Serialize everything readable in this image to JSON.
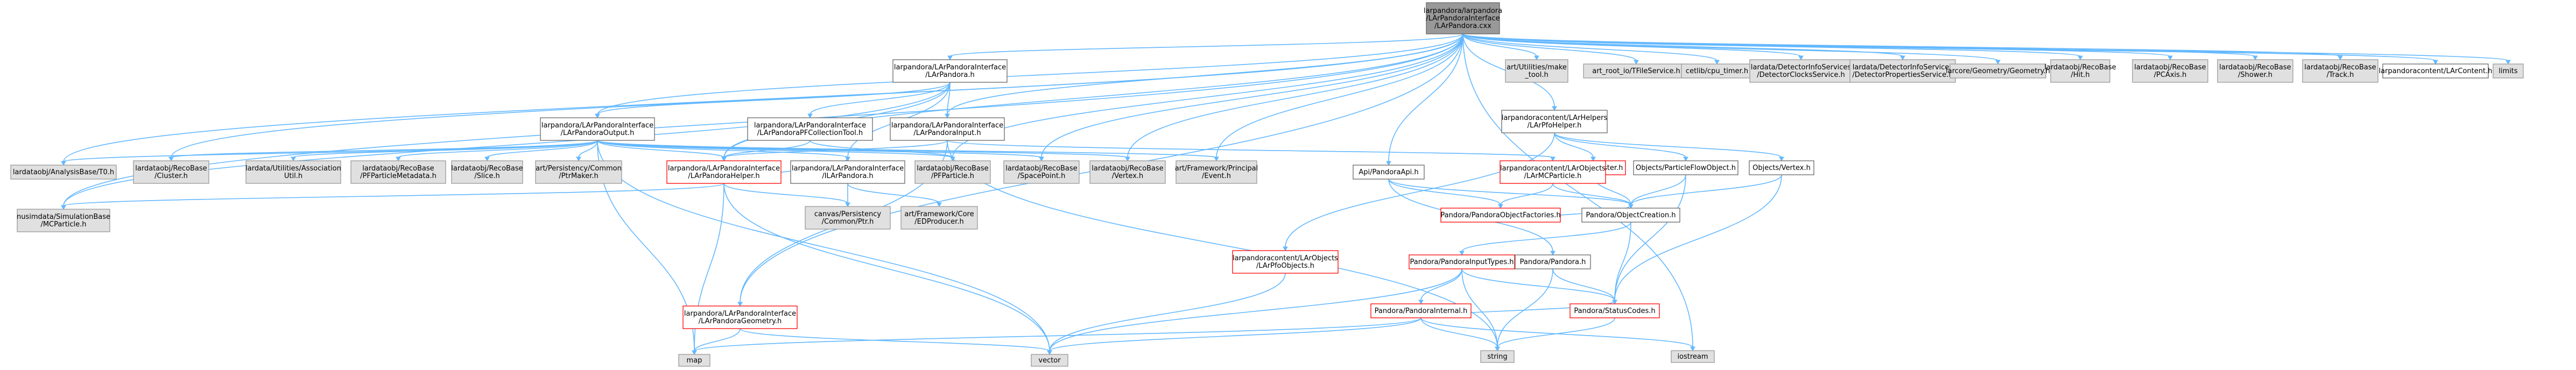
{
  "nodes": [
    {
      "id": "root",
      "style": "root",
      "lines": [
        "larpandora/larpandora",
        "/LArPandoraInterface",
        "/LArPandora.cxx"
      ]
    },
    {
      "id": "LArPandora_h",
      "style": "white",
      "lines": [
        "larpandora/LArPandoraInterface",
        "/LArPandora.h"
      ]
    },
    {
      "id": "LArPandoraOutput_h",
      "style": "white",
      "lines": [
        "larpandora/LArPandoraInterface",
        "/LArPandoraOutput.h"
      ]
    },
    {
      "id": "LArPandoraInput_h",
      "style": "white",
      "lines": [
        "larpandora/LArPandoraInterface",
        "/LArPandoraInput.h"
      ]
    },
    {
      "id": "LArPandoraPFCT_h",
      "style": "white",
      "lines": [
        "larpandora/LArPandoraInterface",
        "/LArPandoraPFCollectionTool.h"
      ]
    },
    {
      "id": "LArPandoraHelper_h",
      "style": "red",
      "lines": [
        "larpandora/LArPandoraInterface",
        "/LArPandoraHelper.h"
      ]
    },
    {
      "id": "ILArPandora_h",
      "style": "white",
      "lines": [
        "larpandora/LArPandoraInterface",
        "/ILArPandora.h"
      ]
    },
    {
      "id": "LArPandoraGeometry_h",
      "style": "red",
      "lines": [
        "larpandora/LArPandoraInterface",
        "/LArPandoraGeometry.h"
      ]
    },
    {
      "id": "MCParticle_h",
      "style": "grey",
      "lines": [
        "nusimdata/SimulationBase",
        "/MCParticle.h"
      ]
    },
    {
      "id": "AnalysisBase_T0",
      "style": "grey",
      "lines": [
        "lardataobj/AnalysisBase/T0.h"
      ]
    },
    {
      "id": "Cluster_h",
      "style": "grey",
      "lines": [
        "lardataobj/RecoBase",
        "/Cluster.h"
      ]
    },
    {
      "id": "Assoc_h",
      "style": "grey",
      "lines": [
        "lardata/Utilities/Association",
        "Util.h"
      ]
    },
    {
      "id": "PFPMeta_h",
      "style": "grey",
      "lines": [
        "lardataobj/RecoBase",
        "/PFParticleMetadata.h"
      ]
    },
    {
      "id": "Slice_h",
      "style": "grey",
      "lines": [
        "lardataobj/RecoBase",
        "/Slice.h"
      ]
    },
    {
      "id": "PtrMaker_h",
      "style": "grey",
      "lines": [
        "art/Persistency/Common",
        "/PtrMaker.h"
      ]
    },
    {
      "id": "PFParticle_h",
      "style": "grey",
      "lines": [
        "lardataobj/RecoBase",
        "/PFParticle.h"
      ]
    },
    {
      "id": "SpacePoint_h",
      "style": "grey",
      "lines": [
        "lardataobj/RecoBase",
        "/SpacePoint.h"
      ]
    },
    {
      "id": "Vertex_h",
      "style": "grey",
      "lines": [
        "lardataobj/RecoBase",
        "/Vertex.h"
      ]
    },
    {
      "id": "Event_h",
      "style": "grey",
      "lines": [
        "art/Framework/Principal",
        "/Event.h"
      ]
    },
    {
      "id": "CommonPtr_h",
      "style": "grey",
      "lines": [
        "canvas/Persistency",
        "/Common/Ptr.h"
      ]
    },
    {
      "id": "EDProducer_h",
      "style": "grey",
      "lines": [
        "art/Framework/Core",
        "/EDProducer.h"
      ]
    },
    {
      "id": "map",
      "style": "grey",
      "lines": [
        "map"
      ]
    },
    {
      "id": "vector",
      "style": "grey",
      "lines": [
        "vector"
      ]
    },
    {
      "id": "string",
      "style": "grey",
      "lines": [
        "string"
      ]
    },
    {
      "id": "iostream",
      "style": "grey",
      "lines": [
        "iostream"
      ]
    },
    {
      "id": "ArtMakeTool",
      "style": "grey",
      "lines": [
        "art/Utilities/make",
        "_tool.h"
      ]
    },
    {
      "id": "TFileService",
      "style": "grey",
      "lines": [
        "art_root_io/TFileService.h"
      ]
    },
    {
      "id": "CpuTimer",
      "style": "grey",
      "lines": [
        "cetlib/cpu_timer.h"
      ]
    },
    {
      "id": "DetClocks",
      "style": "grey",
      "lines": [
        "lardata/DetectorInfoServices",
        "/DetectorClocksService.h"
      ]
    },
    {
      "id": "DetProps",
      "style": "grey",
      "lines": [
        "lardata/DetectorInfoServices",
        "/DetectorPropertiesService.h"
      ]
    },
    {
      "id": "Geometry_h",
      "style": "grey",
      "lines": [
        "larcore/Geometry/Geometry.h"
      ]
    },
    {
      "id": "Hit_h",
      "style": "grey",
      "lines": [
        "lardataobj/RecoBase",
        "/Hit.h"
      ]
    },
    {
      "id": "PCAxis_h",
      "style": "grey",
      "lines": [
        "lardataobj/RecoBase",
        "/PCAxis.h"
      ]
    },
    {
      "id": "Shower_h",
      "style": "grey",
      "lines": [
        "lardataobj/RecoBase",
        "/Shower.h"
      ]
    },
    {
      "id": "Track_h",
      "style": "grey",
      "lines": [
        "lardataobj/RecoBase",
        "/Track.h"
      ]
    },
    {
      "id": "LArContent_h",
      "style": "white",
      "lines": [
        "larpandoracontent/LArContent.h"
      ]
    },
    {
      "id": "limits",
      "style": "grey",
      "lines": [
        "limits"
      ]
    },
    {
      "id": "LArPfoHelper_h",
      "style": "white",
      "lines": [
        "larpandoracontent/LArHelpers",
        "/LArPfoHelper.h"
      ]
    },
    {
      "id": "ObjCluster_h",
      "style": "red",
      "lines": [
        "Objects/Cluster.h"
      ]
    },
    {
      "id": "ObjPFO_h",
      "style": "white",
      "lines": [
        "Objects/ParticleFlowObject.h"
      ]
    },
    {
      "id": "ObjVertex_h",
      "style": "white",
      "lines": [
        "Objects/Vertex.h"
      ]
    },
    {
      "id": "PandoraObjectCreation_h",
      "style": "white",
      "lines": [
        "Pandora/ObjectCreation.h"
      ]
    },
    {
      "id": "PandoraObjectFactories_h",
      "style": "red",
      "lines": [
        "Pandora/PandoraObjectFactories.h"
      ]
    },
    {
      "id": "LArMCParticle_h",
      "style": "red",
      "lines": [
        "larpandoracontent/LArObjects",
        "/LArMCParticle.h"
      ]
    },
    {
      "id": "LArPfoObjects_h",
      "style": "red",
      "lines": [
        "larpandoracontent/LArObjects",
        "/LArPfoObjects.h"
      ]
    },
    {
      "id": "ApiPandoraApi_h",
      "style": "white",
      "lines": [
        "Api/PandoraApi.h"
      ]
    },
    {
      "id": "PandoraInputTypes_h",
      "style": "red",
      "lines": [
        "Pandora/PandoraInputTypes.h"
      ]
    },
    {
      "id": "PandoraPandora_h",
      "style": "white",
      "lines": [
        "Pandora/Pandora.h"
      ]
    },
    {
      "id": "PandoraInternal_h",
      "style": "red",
      "lines": [
        "Pandora/PandoraInternal.h"
      ]
    },
    {
      "id": "StatusCodes_h",
      "style": "red",
      "lines": [
        "Pandora/StatusCodes.h"
      ]
    }
  ],
  "edges": [
    [
      "root",
      "LArPandora_h"
    ],
    [
      "root",
      "MCParticle_h"
    ],
    [
      "root",
      "AnalysisBase_T0"
    ],
    [
      "root",
      "Cluster_h"
    ],
    [
      "root",
      "PFParticle_h"
    ],
    [
      "root",
      "SpacePoint_h"
    ],
    [
      "root",
      "Vertex_h"
    ],
    [
      "root",
      "Event_h"
    ],
    [
      "root",
      "ArtMakeTool"
    ],
    [
      "root",
      "TFileService"
    ],
    [
      "root",
      "CpuTimer"
    ],
    [
      "root",
      "DetClocks"
    ],
    [
      "root",
      "DetProps"
    ],
    [
      "root",
      "Geometry_h"
    ],
    [
      "root",
      "Hit_h"
    ],
    [
      "root",
      "PCAxis_h"
    ],
    [
      "root",
      "Shower_h"
    ],
    [
      "root",
      "Track_h"
    ],
    [
      "root",
      "LArContent_h"
    ],
    [
      "root",
      "limits"
    ],
    [
      "root",
      "LArPfoHelper_h"
    ],
    [
      "root",
      "ApiPandoraApi_h"
    ],
    [
      "root",
      "iostream"
    ],
    [
      "root",
      "LArPandoraGeometry_h"
    ],
    [
      "root",
      "LArPandoraHelper_h"
    ],
    [
      "root",
      "LArPandoraOutput_h"
    ],
    [
      "root",
      "LArPandoraInput_h"
    ],
    [
      "LArPandora_h",
      "LArPandoraOutput_h"
    ],
    [
      "LArPandora_h",
      "LArPandoraPFCT_h"
    ],
    [
      "LArPandora_h",
      "LArPandoraInput_h"
    ],
    [
      "LArPandora_h",
      "ILArPandora_h"
    ],
    [
      "LArPandora_h",
      "LArPandoraHelper_h"
    ],
    [
      "LArPandora_h",
      "MCParticle_h"
    ],
    [
      "LArPandoraOutput_h",
      "AnalysisBase_T0"
    ],
    [
      "LArPandoraOutput_h",
      "Cluster_h"
    ],
    [
      "LArPandoraOutput_h",
      "Assoc_h"
    ],
    [
      "LArPandoraOutput_h",
      "PFPMeta_h"
    ],
    [
      "LArPandoraOutput_h",
      "Slice_h"
    ],
    [
      "LArPandoraOutput_h",
      "PtrMaker_h"
    ],
    [
      "LArPandoraOutput_h",
      "LArPandoraHelper_h"
    ],
    [
      "LArPandoraOutput_h",
      "ILArPandora_h"
    ],
    [
      "LArPandoraOutput_h",
      "PFParticle_h"
    ],
    [
      "LArPandoraOutput_h",
      "SpacePoint_h"
    ],
    [
      "LArPandoraOutput_h",
      "Vertex_h"
    ],
    [
      "LArPandoraOutput_h",
      "Event_h"
    ],
    [
      "LArPandoraOutput_h",
      "map"
    ],
    [
      "LArPandoraOutput_h",
      "vector"
    ],
    [
      "LArPandoraPFCT_h",
      "LArPandoraHelper_h"
    ],
    [
      "LArPandoraPFCT_h",
      "PFParticle_h"
    ],
    [
      "LArPandoraInput_h",
      "LArPandoraHelper_h"
    ],
    [
      "LArPandoraInput_h",
      "LArPandoraGeometry_h"
    ],
    [
      "LArPandoraInput_h",
      "string"
    ],
    [
      "LArPandoraInput_h",
      "LArMCParticle_h"
    ],
    [
      "LArPandoraHelper_h",
      "MCParticle_h"
    ],
    [
      "LArPandoraHelper_h",
      "CommonPtr_h"
    ],
    [
      "LArPandoraHelper_h",
      "map"
    ],
    [
      "LArPandoraHelper_h",
      "vector"
    ],
    [
      "LArPandoraHelper_h",
      "ILArPandora_h"
    ],
    [
      "ILArPandora_h",
      "CommonPtr_h"
    ],
    [
      "ILArPandora_h",
      "EDProducer_h"
    ],
    [
      "LArPandoraGeometry_h",
      "map"
    ],
    [
      "LArPandoraGeometry_h",
      "vector"
    ],
    [
      "LArPfoHelper_h",
      "ObjCluster_h"
    ],
    [
      "LArPfoHelper_h",
      "ObjPFO_h"
    ],
    [
      "LArPfoHelper_h",
      "ObjVertex_h"
    ],
    [
      "LArPfoHelper_h",
      "LArPfoObjects_h"
    ],
    [
      "ObjCluster_h",
      "PandoraObjectCreation_h"
    ],
    [
      "ObjPFO_h",
      "PandoraObjectCreation_h"
    ],
    [
      "ObjPFO_h",
      "StatusCodes_h"
    ],
    [
      "ObjVertex_h",
      "PandoraObjectCreation_h"
    ],
    [
      "ObjVertex_h",
      "StatusCodes_h"
    ],
    [
      "ApiPandoraApi_h",
      "PandoraObjectFactories_h"
    ],
    [
      "ApiPandoraApi_h",
      "PandoraObjectCreation_h"
    ],
    [
      "ApiPandoraApi_h",
      "PandoraPandora_h"
    ],
    [
      "LArMCParticle_h",
      "PandoraObjectCreation_h"
    ],
    [
      "LArMCParticle_h",
      "PandoraObjectFactories_h"
    ],
    [
      "PandoraObjectFactories_h",
      "PandoraObjectCreation_h"
    ],
    [
      "PandoraObjectCreation_h",
      "PandoraInputTypes_h"
    ],
    [
      "PandoraObjectCreation_h",
      "StatusCodes_h"
    ],
    [
      "PandoraInputTypes_h",
      "PandoraInternal_h"
    ],
    [
      "PandoraInputTypes_h",
      "StatusCodes_h"
    ],
    [
      "PandoraInputTypes_h",
      "string"
    ],
    [
      "PandoraInputTypes_h",
      "vector"
    ],
    [
      "PandoraPandora_h",
      "StatusCodes_h"
    ],
    [
      "PandoraPandora_h",
      "string"
    ],
    [
      "PandoraInternal_h",
      "StatusCodes_h"
    ],
    [
      "PandoraInternal_h",
      "map"
    ],
    [
      "PandoraInternal_h",
      "vector"
    ],
    [
      "PandoraInternal_h",
      "string"
    ],
    [
      "PandoraInternal_h",
      "iostream"
    ],
    [
      "StatusCodes_h",
      "string"
    ],
    [
      "LArPfoObjects_h",
      "vector"
    ]
  ]
}
